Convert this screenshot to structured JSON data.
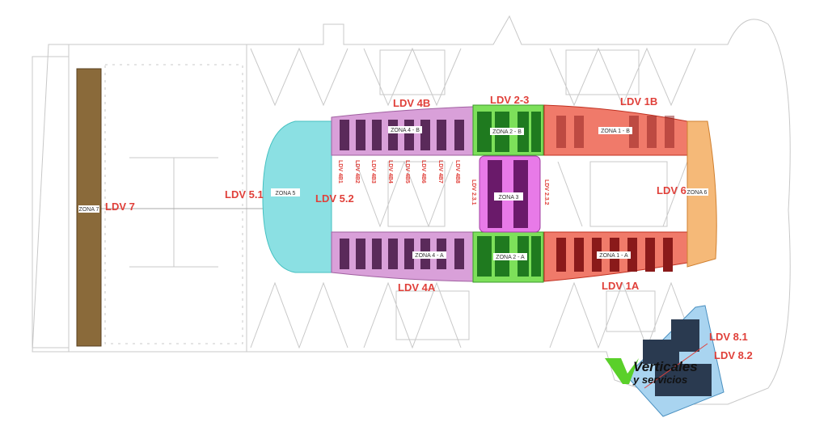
{
  "zones": {
    "z7": "ZONA 7",
    "z5": "ZONA 5",
    "z4b": "ZONA 4 - B",
    "z4a": "ZONA 4 - A",
    "z2b": "ZONA 2 - B",
    "z2a": "ZONA 2 - A",
    "z3": "ZONA 3",
    "z1b": "ZONA 1 - B",
    "z1a": "ZONA 1 - A",
    "z6": "ZONA 6"
  },
  "ldv": {
    "l7": "LDV 7",
    "l51": "LDV 5.1",
    "l52": "LDV 5.2",
    "l4b": "LDV 4B",
    "l4a": "LDV 4A",
    "l23": "LDV 2-3",
    "l231": "LDV 2.3.1",
    "l232": "LDV 2.3.2",
    "l1b": "LDV 1B",
    "l1a": "LDV 1A",
    "l6": "LDV 6",
    "l81": "LDV 8.1",
    "l82": "LDV 8.2",
    "sub4b": [
      "LDV 4B1",
      "LDV 4B2",
      "LDV 4B3",
      "LDV 4B4",
      "LDV 4B5",
      "LDV 4B6",
      "LDV 4B7",
      "LDV 4B8"
    ]
  },
  "logo": {
    "line1": "Verticales",
    "line2": "y servicios"
  },
  "colors": {
    "zone7": "#8a6a3a",
    "zone5": "#7fdde0",
    "zone4": "#d9a0d9",
    "zone2": "#7de05a",
    "zone3": "#e87ae8",
    "zone1": "#f07a6a",
    "zone6": "#f5b978",
    "zone8": "#a9d4f0",
    "label": "#e0403a"
  }
}
